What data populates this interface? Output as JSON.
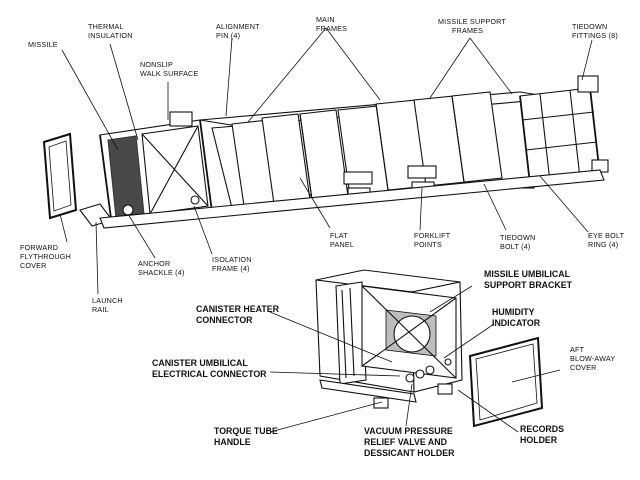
{
  "title": "",
  "labels": {
    "missile": [
      "MISSILE"
    ],
    "thermal_insulation": [
      "THERMAL",
      "INSULATION"
    ],
    "nonslip_walk_surface": [
      "NONSLIP",
      "WALK SURFACE"
    ],
    "alignment_pin": [
      "ALIGNMENT",
      "PIN (4)"
    ],
    "main_frames": [
      "MAIN",
      "FRAMES"
    ],
    "missile_support_frames": [
      "MISSILE SUPPORT",
      "FRAMES"
    ],
    "tiedown_fittings": [
      "TIEDOWN",
      "FITTINGS (8)"
    ],
    "forward_flythrough_cover": [
      "FORWARD",
      "FLYTHROUGH",
      "COVER"
    ],
    "anchor_shackle": [
      "ANCHOR",
      "SHACKLE (4)"
    ],
    "launch_rail": [
      "LAUNCH",
      "RAIL"
    ],
    "isolation_frame": [
      "ISOLATION",
      "FRAME (4)"
    ],
    "flat_panel": [
      "FLAT",
      "PANEL"
    ],
    "forklift_points": [
      "FORKLIFT",
      "POINTS"
    ],
    "tiedown_bolt": [
      "TIEDOWN",
      "BOLT (4)"
    ],
    "eye_bolt_ring": [
      "EYE BOLT",
      "RING (4)"
    ],
    "missile_umbilical_support_bracket": [
      "MISSILE UMBILICAL",
      "SUPPORT BRACKET"
    ],
    "canister_heater_connector": [
      "CANISTER HEATER",
      "CONNECTOR"
    ],
    "humidity_indicator": [
      "HUMIDITY",
      "INDICATOR"
    ],
    "aft_blow_away_cover": [
      "AFT",
      "BLOW-AWAY",
      "COVER"
    ],
    "canister_umbilical_electrical_connector": [
      "CANISTER UMBILICAL",
      "ELECTRICAL CONNECTOR"
    ],
    "torque_tube_handle": [
      "TORQUE TUBE",
      "HANDLE"
    ],
    "vacuum_pressure_relief_valve": [
      "VACUUM PRESSURE",
      "RELIEF VALVE AND",
      "DESSICANT HOLDER"
    ],
    "records_holder": [
      "RECORDS",
      "HOLDER"
    ]
  }
}
